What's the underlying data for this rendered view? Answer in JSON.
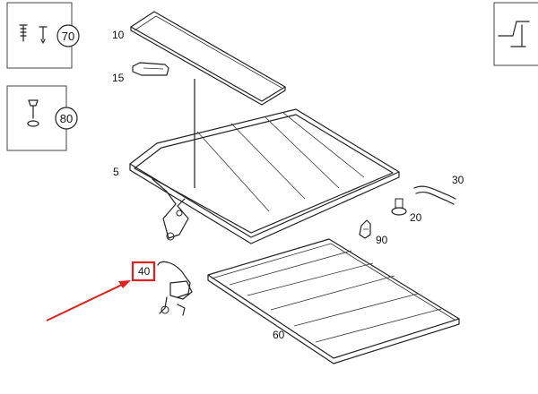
{
  "diagram": {
    "part_labels": {
      "roof_panel": "10",
      "bracket": "15",
      "sunroof_frame": "5",
      "hose": "30",
      "grommet": "20",
      "clip": "90",
      "motor": "40",
      "sunshade": "60"
    },
    "callouts": {
      "screw_set": "70",
      "bolt_set": "80"
    },
    "symbol": "curve-graph-icon",
    "highlight": {
      "target_label": "40",
      "color": "#e02020",
      "arrow_color": "#e02020"
    }
  }
}
